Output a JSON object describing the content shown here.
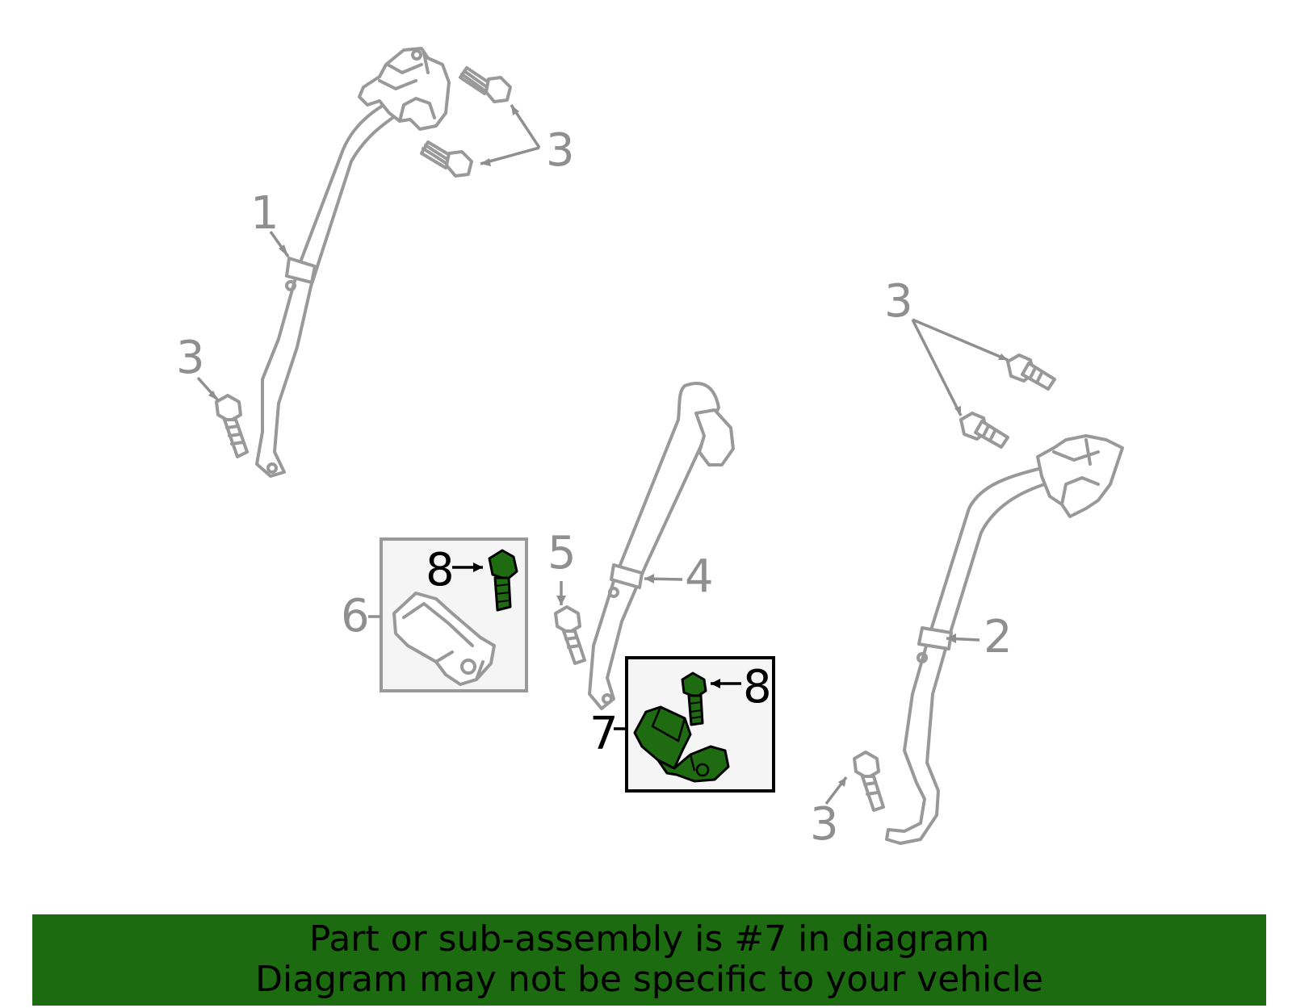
{
  "callouts": {
    "c1": "1",
    "c2": "2",
    "c3a": "3",
    "c3b": "3",
    "c3c": "3",
    "c3d": "3",
    "c4": "4",
    "c5": "5",
    "c6": "6",
    "c7": "7",
    "c8a": "8",
    "c8b": "8"
  },
  "colors": {
    "highlight_part": "#1f6b12",
    "banner": "#1d6b10",
    "outline": "#999999",
    "label_gray": "#8f8f8f"
  },
  "banner": {
    "line1": "Part or sub-assembly is #7 in diagram",
    "line2": "Diagram may not be specific to your vehicle"
  }
}
